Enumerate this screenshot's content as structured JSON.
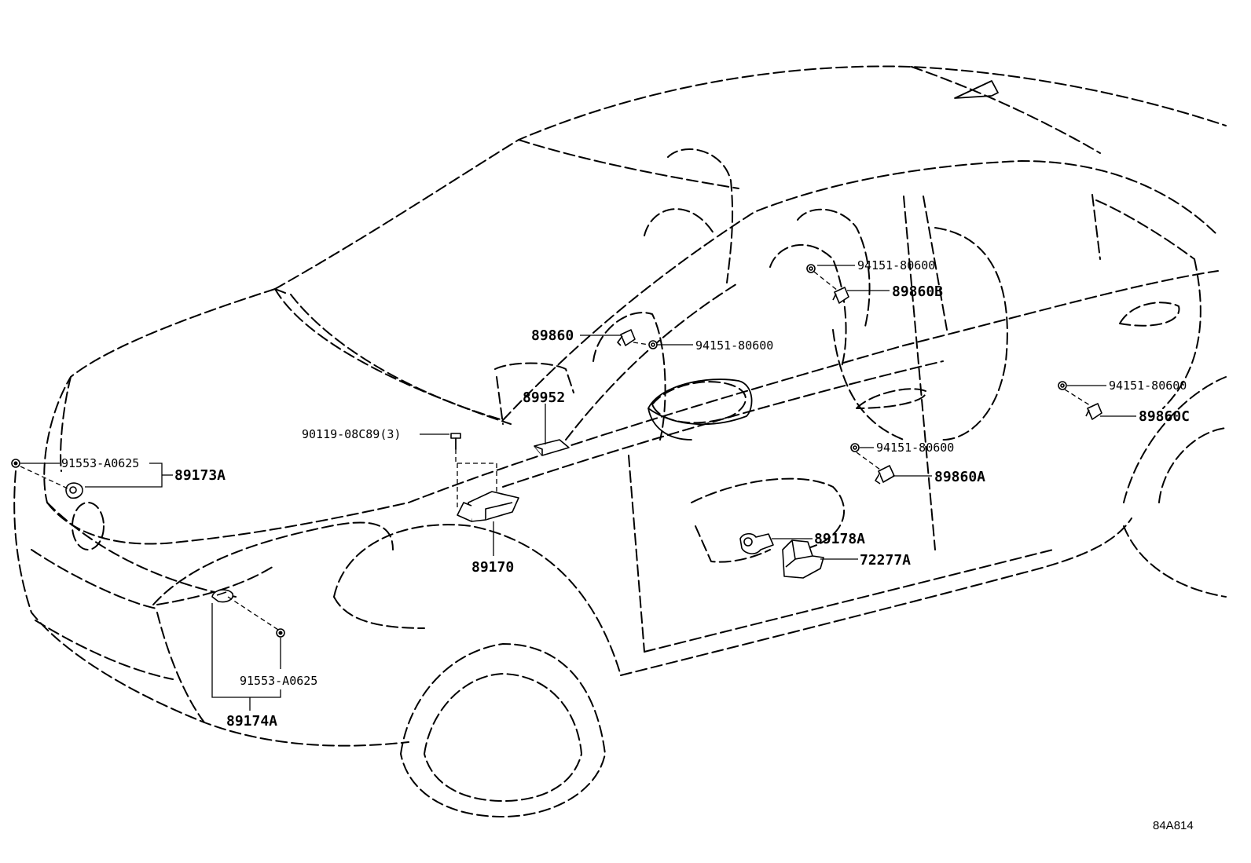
{
  "part_labels": {
    "p89860": "89860",
    "p94151_a": "94151-80600",
    "p94151_b": "94151-80600",
    "p89860B": "89860B",
    "p94151_c": "94151-80600",
    "p89860C": "89860C",
    "p94151_d": "94151-80600",
    "p89860A": "89860A",
    "p89952": "89952",
    "p90119": "90119-08C89(3)",
    "p91553_a": "91553-A0625",
    "p89173A": "89173A",
    "p89170": "89170",
    "p89178A": "89178A",
    "p72277A": "72277A",
    "p91553_b": "91553-A0625",
    "p89174A": "89174A"
  },
  "drawing_reference": "84A814"
}
